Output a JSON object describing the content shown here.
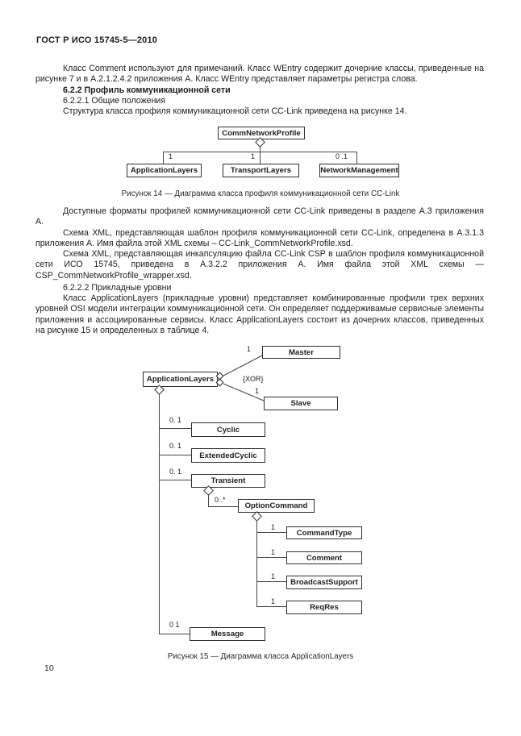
{
  "page": {
    "header": "ГОСТ Р ИСО 15745-5—2010",
    "page_number": "10"
  },
  "content": {
    "p1": "Класс Comment используют для примечаний. Класс WEntry содержит дочерние классы, приведенные на рисунке 7 и в А.2.1.2.4.2 приложения А. Класс WEntry представляет параметры регистра слова.",
    "h622": "6.2.2 Профиль коммуникационной сети",
    "h6221": "6.2.2.1 Общие положения",
    "p2": "Структура класса профиля коммуникационной сети CC-Link приведена на рисунке 14.",
    "p3": "Доступные форматы профилей коммуникационной сети CC-Link приведены в разделе А.3 приложения А.",
    "p4": "Схема XML, представляющая шаблон профиля коммуникационной сети CC-Link, определена в А.3.1.3 приложения А. Имя файла этой XML схемы – CC-Link_CommNetworkProfile.xsd.",
    "p5": "Схема XML, представляющая инкапсуляцию файла CC-Link CSP в шаблон профиля коммуникационной сети ИСО 15745, приведена в А.3.2.2 приложения А. Имя файла этой XML схемы — CSP_CommNetworkProfile_wrapper.xsd.",
    "h6222": "6.2.2.2 Прикладные уровни",
    "p6": "Класс ApplicationLayers (прикладные уровни) представляет комбинированные профили трех верхних уровней OSI модели интеграции коммуникационной сети. Он определяет поддерживамые сервисные элементы приложения и ассоциированные сервисы. Класс ApplicationLayers состоит из дочерних классов, приведенных на рисунке 15 и определенных в таблице 4."
  },
  "figure14": {
    "caption": "Рисунок 14 — Диаграмма класса профиля коммуникационной сети CC-Link",
    "root_class": "CommNetworkProfile",
    "children": [
      {
        "label": "ApplicationLayers",
        "multiplicity": "1"
      },
      {
        "label": "TransportLayers",
        "multiplicity": "1"
      },
      {
        "label": "NetworkManagement",
        "multiplicity": "0 .1"
      }
    ]
  },
  "figure15": {
    "caption": "Рисунок 15 — Диаграмма класса ApplicationLayers",
    "root_class": "ApplicationLayers",
    "xor_constraint": "{XOR}",
    "master": {
      "label": "Master",
      "multiplicity": "1"
    },
    "slave": {
      "label": "Slave",
      "multiplicity": "1"
    },
    "children": [
      {
        "label": "Cyclic",
        "multiplicity": "0. 1"
      },
      {
        "label": "ExtendedCyclic",
        "multiplicity": "0. 1"
      },
      {
        "label": "Transient",
        "multiplicity": "0. 1"
      },
      {
        "label": "Message",
        "multiplicity": "0 1"
      }
    ],
    "option_command": {
      "label": "OptionCommand",
      "multiplicity": "0 .*"
    },
    "option_children": [
      {
        "label": "CommandType",
        "multiplicity": "1"
      },
      {
        "label": "Comment",
        "multiplicity": "1"
      },
      {
        "label": "BroadcastSupport",
        "multiplicity": "1"
      },
      {
        "label": "ReqRes",
        "multiplicity": "1"
      }
    ]
  },
  "colors": {
    "ink": "#1d1d1d",
    "line": "#454545",
    "background": "#ffffff"
  }
}
